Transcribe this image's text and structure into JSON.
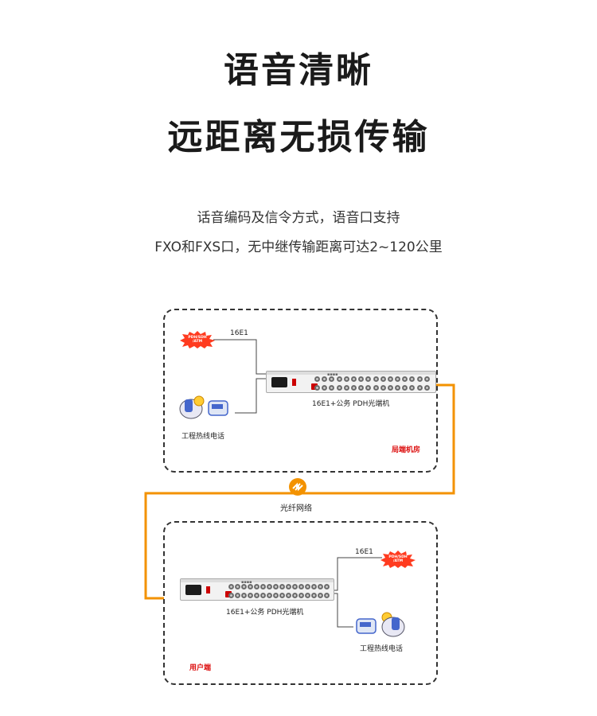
{
  "heading": {
    "line1": "语音清晰",
    "line2": "远距离无损传输"
  },
  "description": {
    "line1": "话音编码及信令方式，语音口支持",
    "line2": "FXO和FXS口，无中继传输距离可达2~120公里"
  },
  "diagram": {
    "top": {
      "e1_label": "16E1",
      "pdh_badge": "PDH/SDH /ATM",
      "device_label": "16E1+公务 PDH光端机",
      "phone_label": "工程热线电话",
      "site_label": "局端机房"
    },
    "fiber_label": "光纤网络",
    "bottom": {
      "e1_label": "16E1",
      "pdh_badge": "PDH/SDH /ATM",
      "device_label": "16E1+公务 PDH光端机",
      "phone_label": "工程热线电话",
      "site_label": "用户端"
    },
    "colors": {
      "fiber": "#f39200",
      "site_label": "#dd1111",
      "badge": "#ff3b1f"
    }
  }
}
